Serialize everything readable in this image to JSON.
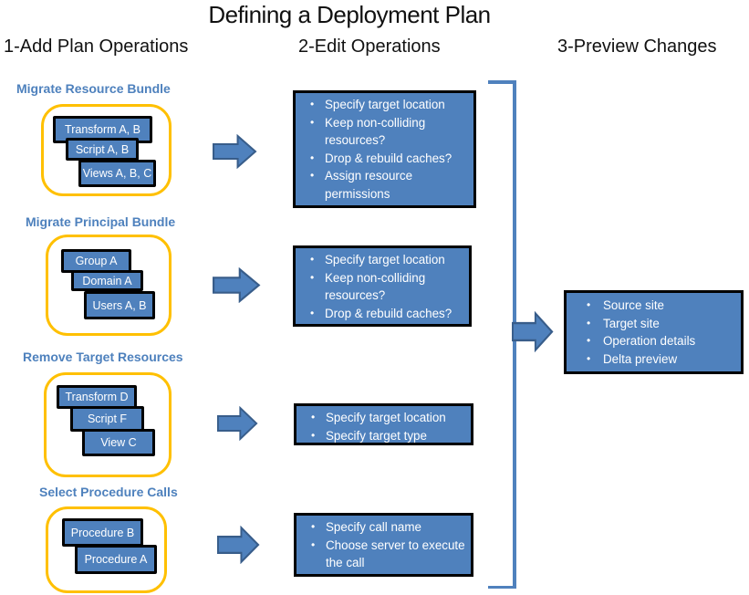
{
  "title": "Defining a Deployment Plan",
  "column_headers": [
    "1-Add Plan Operations",
    "2-Edit Operations",
    "3-Preview Changes"
  ],
  "groups": [
    {
      "heading": "Migrate Resource Bundle",
      "items": [
        "Transform A, B",
        "Script A, B",
        "Views A, B, C"
      ],
      "edit_bullets": [
        "Specify target location",
        "Keep non-colliding resources?",
        "Drop & rebuild caches?",
        "Assign resource permissions"
      ]
    },
    {
      "heading": "Migrate Principal Bundle",
      "items": [
        "Group A",
        "Domain A",
        "Users A, B"
      ],
      "edit_bullets": [
        "Specify target location",
        "Keep non-colliding resources?",
        "Drop & rebuild caches?"
      ]
    },
    {
      "heading": "Remove Target Resources",
      "items": [
        "Transform D",
        "Script F",
        "View C"
      ],
      "edit_bullets": [
        "Specify target location",
        "Specify target type"
      ]
    },
    {
      "heading": "Select Procedure Calls",
      "items": [
        "Procedure B",
        "Procedure A"
      ],
      "edit_bullets": [
        "Specify call name",
        "Choose server to execute the call"
      ]
    }
  ],
  "preview_bullets": [
    "Source site",
    "Target site",
    "Operation details",
    "Delta preview"
  ],
  "colors": {
    "shape_blue": "#4F81BD",
    "shape_blue_dark": "#385D8A",
    "heading_blue": "#4E81BD",
    "outline_yellow": "#FFC000",
    "box_border": "#000000",
    "text_on_blue": "#FFFFFF",
    "title_text": "#111111"
  }
}
